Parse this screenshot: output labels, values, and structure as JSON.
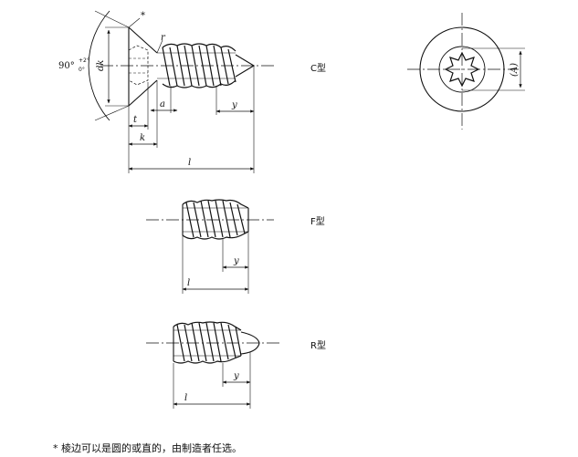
{
  "labels": {
    "angle_main": "90°",
    "angle_plus": "+2°",
    "angle_minus": "0°",
    "dk": "dk",
    "star": "*",
    "a": "a",
    "y": "y",
    "t": "t",
    "k": "k",
    "l": "l",
    "A": "(A)",
    "r": "r"
  },
  "types": {
    "c": "C型",
    "f": "F型",
    "r": "R型"
  },
  "footnote": "* 棱边可以是圆的或直的，由制造者任选。",
  "colors": {
    "ink": "#111111",
    "background": "#ffffff"
  }
}
